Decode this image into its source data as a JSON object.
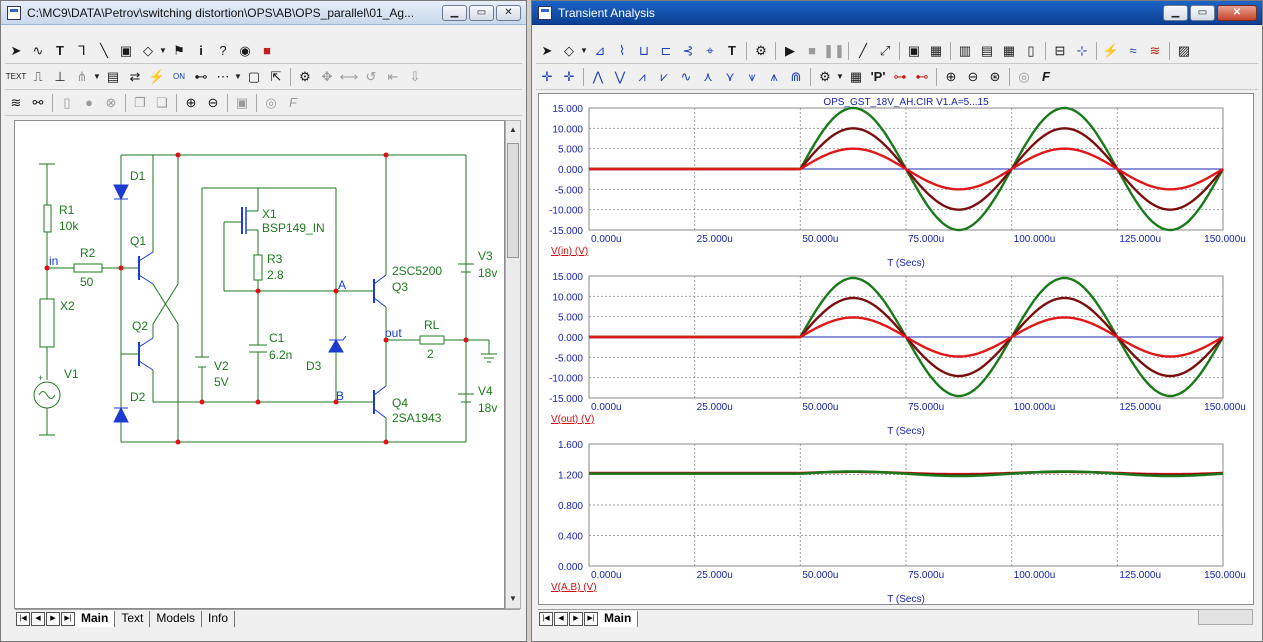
{
  "schematic_window": {
    "title": "C:\\MC9\\DATA\\Petrov\\switching distortion\\OPS\\AB\\OPS_parallel\\01_Ag...",
    "tabs": [
      "Main",
      "Text",
      "Models",
      "Info"
    ],
    "components": {
      "r1": "R1",
      "r1_value": "10k",
      "r2": "R2",
      "r2_value": "50",
      "r3": "R3",
      "r3_value": "2.8",
      "rl": "RL",
      "rl_value": "2",
      "c1": "C1",
      "c1_value": "6.2n",
      "q1": "Q1",
      "q2": "Q2",
      "q3": "Q3",
      "q3_part": "2SC5200",
      "q4": "Q4",
      "q4_part": "2SA1943",
      "x1": "X1",
      "x1_part": "BSP149_IN",
      "x2": "X2",
      "d1": "D1",
      "d2": "D2",
      "d3": "D3",
      "v1": "V1",
      "v2": "V2",
      "v2_value": "5V",
      "v3": "V3",
      "v3_value": "18v",
      "v4": "V4",
      "v4_value": "18v"
    },
    "nodes": {
      "in": "in",
      "a": "A",
      "b": "B",
      "out": "out"
    }
  },
  "transient_window": {
    "title": "Transient Analysis",
    "tabs": [
      "Main"
    ]
  },
  "chart_data": [
    {
      "type": "line",
      "title": "OPS_GST_18V_AH.CIR V1.A=5...15",
      "xlabel": "T (Secs)",
      "ylabel": "V(in) (V)",
      "xlim": [
        0,
        150
      ],
      "ylim": [
        -15,
        15
      ],
      "x_ticks": [
        "0.000u",
        "25.000u",
        "50.000u",
        "75.000u",
        "100.000u",
        "125.000u",
        "150.000u"
      ],
      "y_ticks": [
        "15.000",
        "10.000",
        "5.000",
        "0.000",
        "-5.000",
        "-10.000",
        "-15.000"
      ],
      "grid": true,
      "series": [
        {
          "color": "#1a7a1a",
          "values": {
            "model": "sine",
            "amplitude": 15,
            "start": 50,
            "period": 50
          }
        },
        {
          "color": "#7a0f0f",
          "values": {
            "model": "sine",
            "amplitude": 10,
            "start": 50,
            "period": 50
          }
        },
        {
          "color": "#e01818",
          "values": {
            "model": "sine",
            "amplitude": 5,
            "start": 50,
            "period": 50
          }
        }
      ]
    },
    {
      "type": "line",
      "title": "",
      "xlabel": "T (Secs)",
      "ylabel": "V(out) (V)",
      "xlim": [
        0,
        150
      ],
      "ylim": [
        -15,
        15
      ],
      "x_ticks": [
        "0.000u",
        "25.000u",
        "50.000u",
        "75.000u",
        "100.000u",
        "125.000u",
        "150.000u"
      ],
      "y_ticks": [
        "15.000",
        "10.000",
        "5.000",
        "0.000",
        "-5.000",
        "-10.000",
        "-15.000"
      ],
      "grid": true,
      "series": [
        {
          "color": "#1a7a1a",
          "values": {
            "model": "sine",
            "amplitude": 14.5,
            "start": 50,
            "period": 50
          }
        },
        {
          "color": "#7a0f0f",
          "values": {
            "model": "sine",
            "amplitude": 9.6,
            "start": 50,
            "period": 50
          }
        },
        {
          "color": "#e01818",
          "values": {
            "model": "sine",
            "amplitude": 4.8,
            "start": 50,
            "period": 50
          }
        }
      ]
    },
    {
      "type": "line",
      "title": "",
      "xlabel": "T (Secs)",
      "ylabel": "V(A,B) (V)",
      "xlim": [
        0,
        150
      ],
      "ylim": [
        0,
        1.6
      ],
      "x_ticks": [
        "0.000u",
        "25.000u",
        "50.000u",
        "75.000u",
        "100.000u",
        "125.000u",
        "150.000u"
      ],
      "y_ticks": [
        "1.600",
        "1.200",
        "0.800",
        "0.400",
        "0.000"
      ],
      "grid": true,
      "series": [
        {
          "color": "#e01818",
          "values": {
            "model": "constant",
            "level": 1.22,
            "ripple": 0.015,
            "start": 50,
            "period": 50
          }
        },
        {
          "color": "#7a0f0f",
          "values": {
            "model": "constant",
            "level": 1.215,
            "ripple": 0.02,
            "start": 50,
            "period": 50
          }
        },
        {
          "color": "#1a7a1a",
          "values": {
            "model": "constant",
            "level": 1.21,
            "ripple": 0.03,
            "start": 50,
            "period": 50
          }
        }
      ]
    }
  ]
}
